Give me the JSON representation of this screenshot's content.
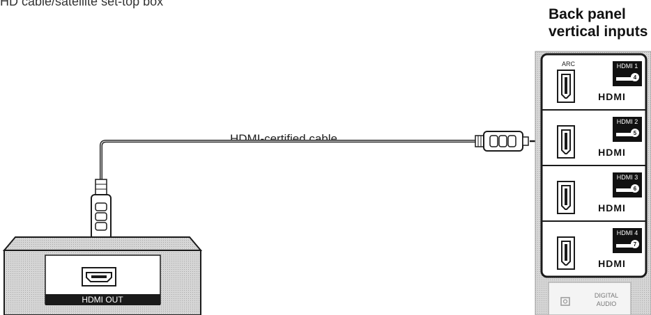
{
  "caption": "HD cable/satellite set-top box",
  "panel_title_line1": "Back panel",
  "panel_title_line2": "vertical inputs",
  "cable_label": "HDMI-certified cable",
  "box": {
    "port_label": "HDMI OUT"
  },
  "ports": [
    {
      "badge": "HDMI 1",
      "number": "4",
      "arc": "ARC",
      "logo": "HDMI"
    },
    {
      "badge": "HDMI 2",
      "number": "5",
      "arc": "",
      "logo": "HDMI"
    },
    {
      "badge": "HDMI 3",
      "number": "6",
      "arc": "",
      "logo": "HDMI"
    },
    {
      "badge": "HDMI 4",
      "number": "7",
      "arc": "",
      "logo": "HDMI"
    }
  ],
  "digital_audio_line1": "DIGITAL",
  "digital_audio_line2": "AUDIO",
  "colors": {
    "panel_fill": "#d9d9d9",
    "box_fill": "#c8c8c8",
    "badge_fill": "#111111",
    "outline": "#1a1a1a"
  }
}
